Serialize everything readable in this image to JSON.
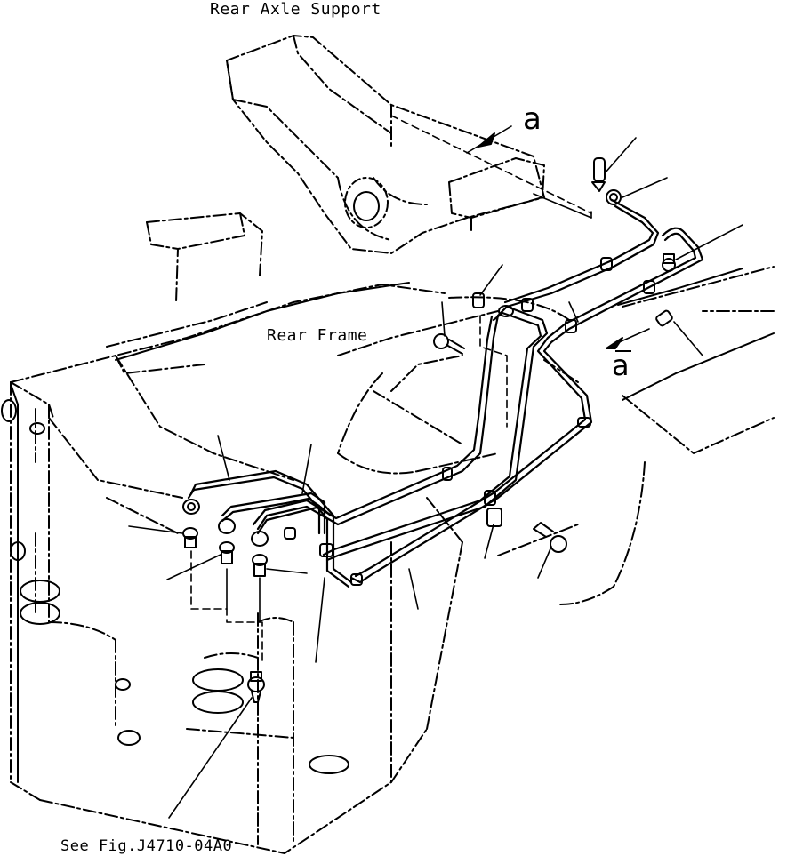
{
  "labels": {
    "rear_axle_support": "Rear Axle Support",
    "rear_frame": "Rear Frame",
    "see_fig": "See Fig.J4710-04A0",
    "view_a_top": "a",
    "view_a_bottom": "a"
  },
  "colors": {
    "line": "#000000",
    "background": "#ffffff"
  }
}
